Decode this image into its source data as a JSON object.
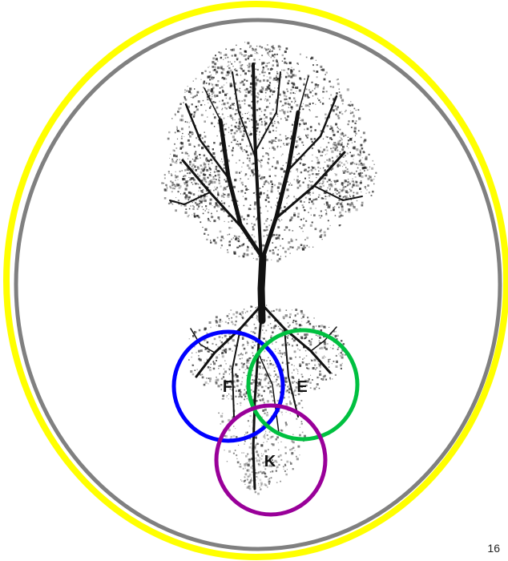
{
  "colors": {
    "outer_ring": "#ffff00",
    "inner_ring": "#808080",
    "circle_f": "#0000ff",
    "circle_e": "#00c040",
    "circle_k": "#990099",
    "tree": "#111111"
  },
  "venn": {
    "f_label": "F",
    "e_label": "E",
    "k_label": "K"
  },
  "illustration": {
    "icon": "tree-with-roots-icon"
  },
  "footer": {
    "page_number": "16"
  }
}
